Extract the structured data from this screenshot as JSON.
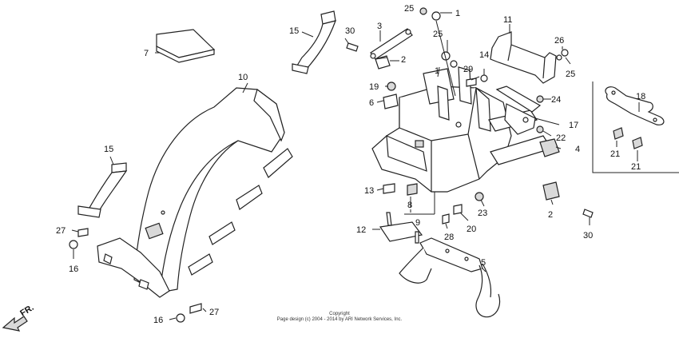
{
  "diagram": {
    "callouts": {
      "c1a": "1",
      "c1b": "1",
      "c2a": "2",
      "c2b": "2",
      "c3": "3",
      "c4": "4",
      "c5": "5",
      "c6": "6",
      "c7": "7",
      "c8": "8",
      "c9": "9",
      "c10": "10",
      "c11": "11",
      "c12": "12",
      "c13": "13",
      "c14": "14",
      "c15a": "15",
      "c15b": "15",
      "c16a": "16",
      "c16b": "16",
      "c17": "17",
      "c18": "18",
      "c19": "19",
      "c20": "20",
      "c21a": "21",
      "c21b": "21",
      "c22": "22",
      "c23": "23",
      "c24": "24",
      "c25a": "25",
      "c25b": "25",
      "c25c": "25",
      "c26": "26",
      "c27a": "27",
      "c27b": "27",
      "c28": "28",
      "c29": "29",
      "c30a": "30",
      "c30b": "30"
    },
    "direction_label": "FR.",
    "copyright_line1": "Copyright",
    "copyright_line2": "Page design (c) 2004 - 2014 by ARI Network Services, Inc."
  }
}
